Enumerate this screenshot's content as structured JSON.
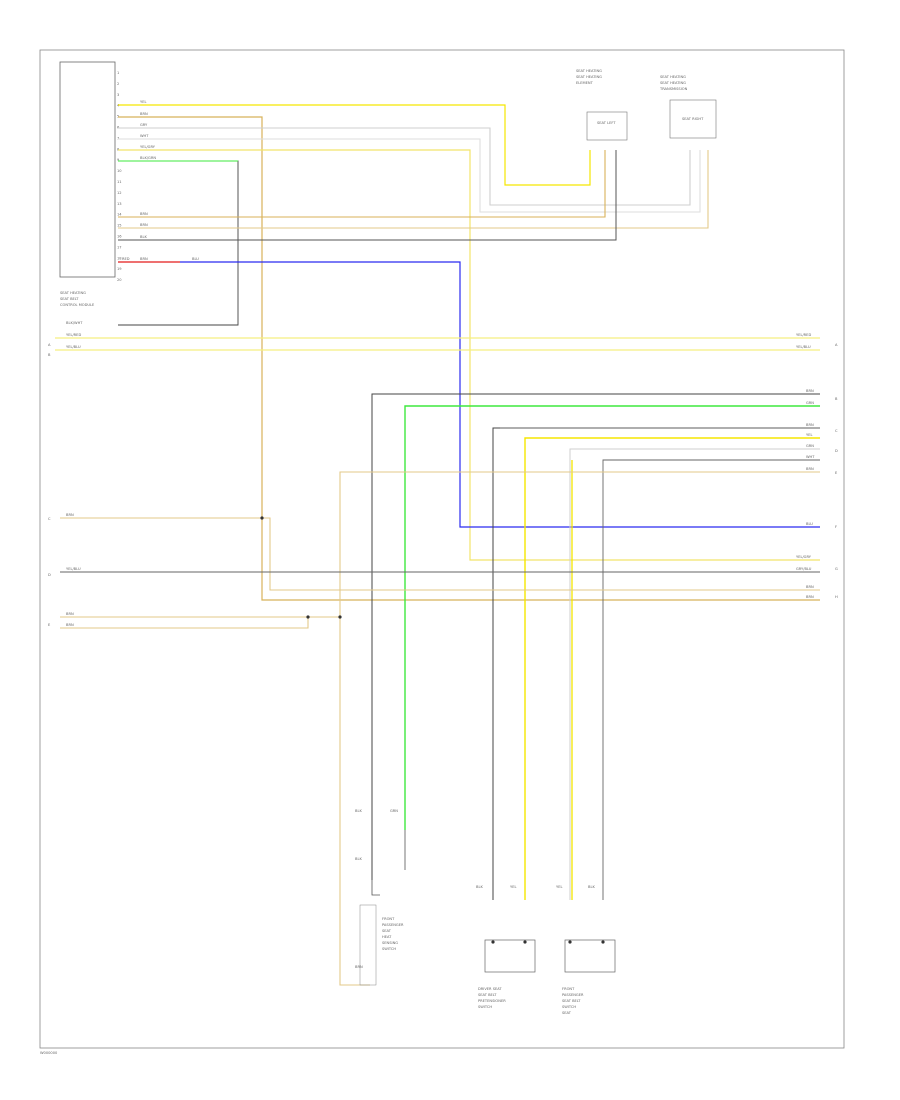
{
  "components": {
    "control_module": {
      "lines": [
        "SEAT HEATING",
        "SEAT BELT",
        "CONTROL MODULE"
      ]
    },
    "seat_heat_left": {
      "lines": [
        "SEAT HEATING",
        "SEAT HEATING",
        "ELEMENT"
      ]
    },
    "seat_heat_right": {
      "lines": [
        "SEAT HEATING",
        "SEAT HEATING",
        "TRANSMISSION"
      ]
    },
    "unit_left": "SEAT LEFT",
    "unit_right": "SEAT RIGHT",
    "switch_left": {
      "lines": [
        "FRONT",
        "PASSENGER",
        "SEAT",
        "HEAT",
        "SENSING",
        "SWITCH"
      ]
    },
    "sensor_bottom": {
      "lines": [
        "DRIVER SEAT",
        "SEAT BELT",
        "PRETENSIONER",
        "SWITCH"
      ]
    },
    "sensor_right": {
      "lines": [
        "FRONT",
        "PASSENGER",
        "SEAT BELT",
        "SWITCH",
        "SEAT"
      ]
    }
  },
  "module_pins": [
    "1",
    "2",
    "3",
    "4",
    "5",
    "6",
    "7",
    "8",
    "9",
    "10",
    "11",
    "12",
    "13",
    "14",
    "15",
    "16",
    "17",
    "18",
    "19",
    "20"
  ],
  "wire_labels": {
    "w_yel": "YEL",
    "w_brn": "BRN",
    "w_gry": "GRY",
    "w_wht": "WHT",
    "w_yel_grn": "YEL/GRY",
    "w_blk_grn": "BLK/GRN",
    "w_brn2": "BRN",
    "w_brn3": "BRN",
    "w_blk": "BLK",
    "w_red": "RED",
    "w_brn4": "BRN",
    "w_blu": "BLU",
    "w_blk_wht": "BLK/WHT",
    "w_yel_red_l": "YEL/RED",
    "w_yel_red_l2": "YEL/BLU",
    "w_yel_red_r": "YEL/RED",
    "w_yel_blu_r": "YEL/BLU",
    "w_brn_r1": "BRN",
    "w_grn_r": "GRN",
    "w_brn_r2": "BRN",
    "w_yel_r": "YEL",
    "w_grn_r2": "GRN",
    "w_wht_r": "WHT",
    "w_brn_r3": "BRN",
    "w_blu_r": "BLU",
    "w_yel_grn_r": "YEL/GRY",
    "w_gry_blu_r": "GRY/BLU",
    "w_brn_r4": "BRN",
    "w_brn_r5": "BRN",
    "w_brn_l": "BRN",
    "w_yel_blu_l": "YEL/BLU",
    "w_brn_l2": "BRN",
    "w_brn_l3": "BRN",
    "w_blk_a": "BLK",
    "w_grn_a": "GRN",
    "w_blk_b": "BLK",
    "w_brn_b": "BRN",
    "w_blk_c": "BLK",
    "w_yel_c": "YEL",
    "w_yel_d": "YEL",
    "w_blk_d": "BLK"
  },
  "connector_letters": {
    "left": [
      "A",
      "B",
      "C",
      "D",
      "E"
    ],
    "right": [
      "A",
      "B",
      "C",
      "D",
      "E",
      "F",
      "G",
      "H"
    ]
  },
  "page_ref": "W000000",
  "colors": {
    "yellow": "#f5e600",
    "green": "#3ee83e",
    "blue": "#2b2bf0",
    "red": "#e41b1b",
    "tan": "#d8b25a",
    "gray": "#8a8a8a",
    "black": "#333333",
    "lightgray": "#c8c8c8",
    "white_wire": "#dddddd"
  }
}
